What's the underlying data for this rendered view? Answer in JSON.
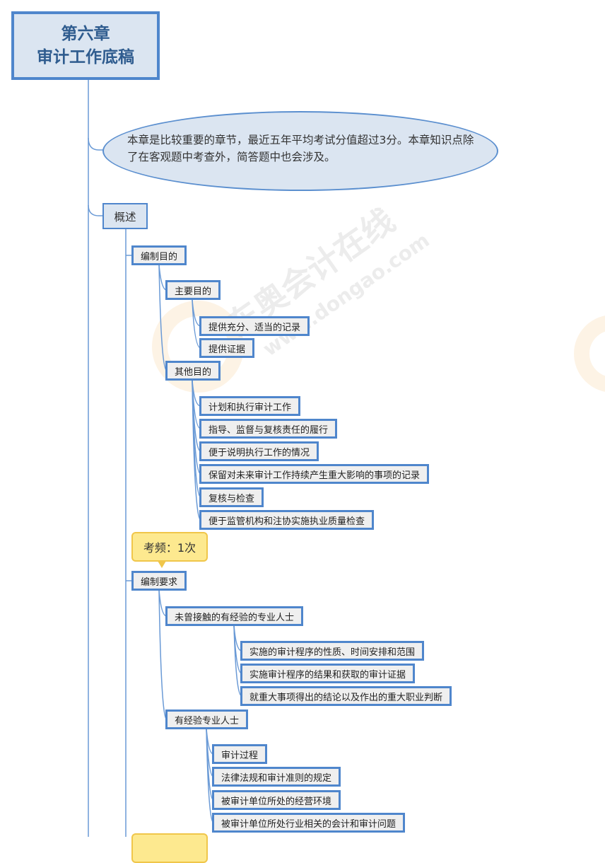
{
  "root": {
    "line1": "第六章",
    "line2": "审计工作底稿"
  },
  "summary": {
    "text": "本章是比较重要的章节，最近五年平均考试分值超过3分。本章知识点除了在客观题中考查外，简答题中也会涉及。"
  },
  "overview": {
    "label": "概述",
    "purpose": {
      "label": "编制目的",
      "main": {
        "label": "主要目的",
        "items": [
          "提供充分、适当的记录",
          "提供证据"
        ]
      },
      "other": {
        "label": "其他目的",
        "items": [
          "计划和执行审计工作",
          "指导、监督与复核责任的履行",
          "便于说明执行工作的情况",
          "保留对未来审计工作持续产生重大影响的事项的记录",
          "复核与检查",
          "便于监管机构和注协实施执业质量检查"
        ]
      }
    },
    "frequency_callout": "考频：1次",
    "requirements": {
      "label": "编制要求",
      "inexperienced": {
        "label": "未曾接触的有经验的专业人士",
        "items": [
          "实施的审计程序的性质、时间安排和范围",
          "实施审计程序的结果和获取的审计证据",
          "就重大事项得出的结论以及作出的重大职业判断"
        ]
      },
      "experienced": {
        "label": "有经验专业人士",
        "items": [
          "审计过程",
          "法律法规和审计准则的规定",
          "被审计单位所处的经营环境",
          "被审计单位所处行业相关的会计和审计问题"
        ]
      }
    }
  },
  "watermark": {
    "brand": "东奥会计在线",
    "url": "www.dongao.com"
  },
  "colors": {
    "border": "#4f86cc",
    "root_fill": "#dbe5f1",
    "node_fill": "#efefef",
    "callout_fill": "#fde98f",
    "callout_border": "#f0c64a"
  }
}
